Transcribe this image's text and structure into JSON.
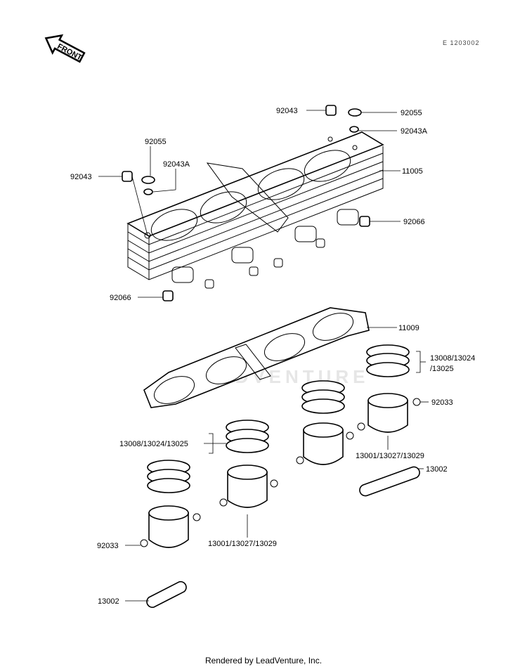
{
  "header": {
    "front_label": "FRONT",
    "reference_code": "E 1203002"
  },
  "labels": {
    "p92043_top": "92043",
    "p92055_top": "92055",
    "p92043A_top": "92043A",
    "p92055_left": "92055",
    "p92043A_left": "92043A",
    "p92043_left": "92043",
    "p11005": "11005",
    "p92066_right": "92066",
    "p92066_left": "92066",
    "p11009": "11009",
    "rings_right_line1": "13008/13024",
    "rings_right_line2": "/13025",
    "clip_right": "92033",
    "rings_mid": "13008/13024/13025",
    "piston_right": "13001/13027/13029",
    "pin_right": "13002",
    "piston_mid": "13001/13027/13029",
    "clip_left": "92033",
    "pin_left": "13002"
  },
  "watermark": "LEADVENTURE",
  "footer": {
    "text": "Rendered by LeadVenture, Inc."
  }
}
